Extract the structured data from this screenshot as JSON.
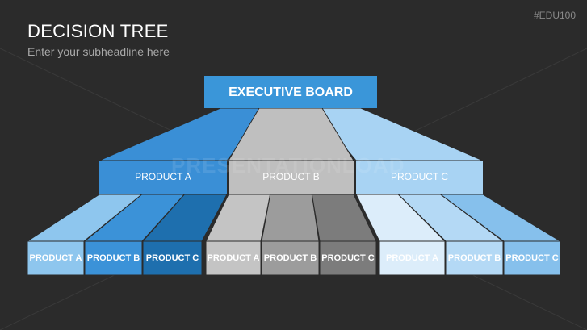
{
  "header": {
    "title": "DECISION TREE",
    "subtitle": "Enter your subheadline here",
    "code": "#EDU100"
  },
  "watermark": "PRESENTATIONLOAD",
  "tree": {
    "root": {
      "label": "EXECUTIVE BOARD",
      "color": "#3a96d9"
    },
    "branches": [
      {
        "label": "PRODUCT A",
        "color": "#3a8fd6",
        "leaves": [
          {
            "label": "PRODUCT A",
            "color": "#8ec6ee"
          },
          {
            "label": "PRODUCT B",
            "color": "#3b92d8"
          },
          {
            "label": "PRODUCT C",
            "color": "#1e6fae"
          }
        ]
      },
      {
        "label": "PRODUCT B",
        "color": "#bfbfbf",
        "leaves": [
          {
            "label": "PRODUCT A",
            "color": "#c4c4c4"
          },
          {
            "label": "PRODUCT B",
            "color": "#9c9c9c"
          },
          {
            "label": "PRODUCT C",
            "color": "#7c7c7c"
          }
        ]
      },
      {
        "label": "PRODUCT C",
        "color": "#a8d3f3",
        "leaves": [
          {
            "label": "PRODUCT A",
            "color": "#dcedfa"
          },
          {
            "label": "PRODUCT B",
            "color": "#b4d9f5"
          },
          {
            "label": "PRODUCT C",
            "color": "#86c0ec"
          }
        ]
      }
    ]
  }
}
